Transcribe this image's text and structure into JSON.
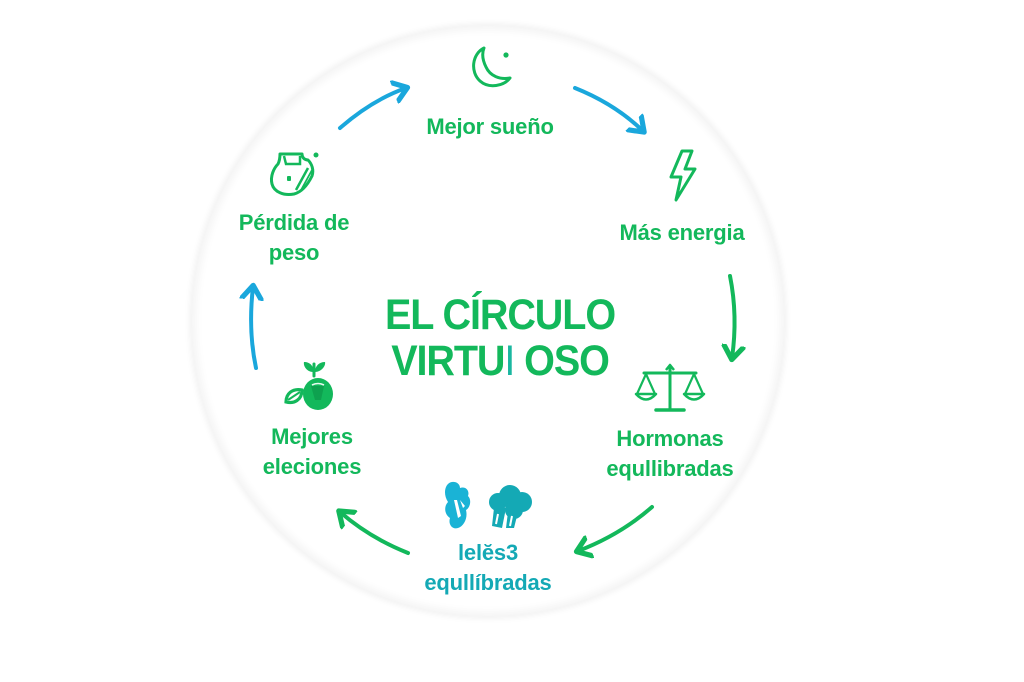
{
  "diagram": {
    "title_line1": "EL CÍRCULO",
    "title_line2_part1": "VIRTU",
    "title_line2_glyph": "I",
    "title_line2_part2": " OSO",
    "colors": {
      "green": "#13b85b",
      "teal": "#14a9b5",
      "blue": "#1aa7dc",
      "ring_shadow": "#ececec",
      "background": "#ffffff"
    },
    "nodes": [
      {
        "id": "sleep",
        "icon": "moon-icon",
        "label_lines": [
          "Mejor sueño"
        ],
        "label_rendered": "Mejor sueño"
      },
      {
        "id": "energy",
        "icon": "lightning-bolt-icon",
        "label_lines": [
          "Más energia"
        ]
      },
      {
        "id": "hormones",
        "icon": "balance-scale-icon",
        "label_lines": [
          "Hormonas",
          "equllibradas"
        ]
      },
      {
        "id": "food",
        "icon": "broccoli-vegetables-icon",
        "label_lines": [
          "lelĕs3",
          "equllíbradas"
        ]
      },
      {
        "id": "choices",
        "icon": "fruit-leaf-icon",
        "label_lines": [
          "Mejores",
          "eleciones"
        ]
      },
      {
        "id": "weight",
        "icon": "belly-weight-icon",
        "label_lines": [
          "Pérdida de",
          "peso"
        ]
      }
    ],
    "arrows": [
      {
        "from": "weight",
        "to": "sleep",
        "color": "blue"
      },
      {
        "from": "sleep",
        "to": "energy",
        "color": "blue"
      },
      {
        "from": "energy",
        "to": "hormones",
        "color": "green"
      },
      {
        "from": "hormones",
        "to": "food",
        "color": "green"
      },
      {
        "from": "food",
        "to": "choices",
        "color": "green"
      },
      {
        "from": "choices",
        "to": "weight",
        "color": "blue"
      }
    ]
  }
}
